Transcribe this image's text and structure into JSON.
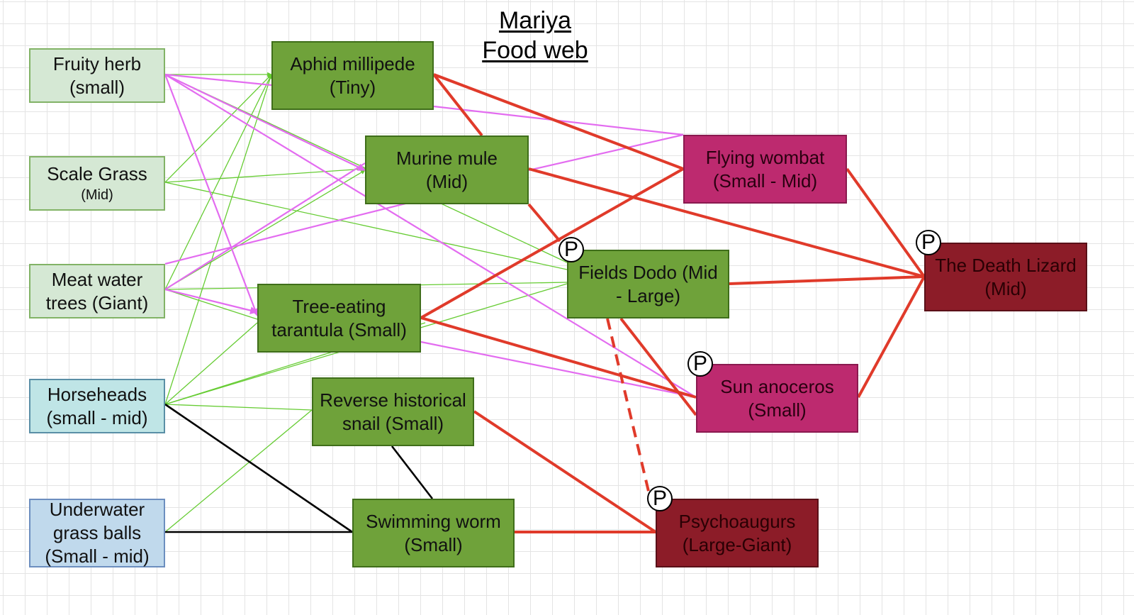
{
  "title": {
    "line1": "Mariya",
    "line2": "Food web"
  },
  "nodes": {
    "fruity_herb": {
      "line1": "Fruity herb",
      "line2": "(small)"
    },
    "scale_grass": {
      "line1": "Scale Grass",
      "line2": "(Mid)"
    },
    "meat_water_trees": {
      "line1": "Meat water",
      "line2": "trees (Giant)"
    },
    "horseheads": {
      "line1": "Horseheads",
      "line2": "(small - mid)"
    },
    "underwater_grass_balls": {
      "line1": "Underwater",
      "line2": "grass balls",
      "line3": "(Small - mid)"
    },
    "aphid_millipede": {
      "line1": "Aphid millipede",
      "line2": "(Tiny)"
    },
    "murine_mule": {
      "line1": "Murine mule",
      "line2": "(Mid)"
    },
    "tree_eating_tarantula": {
      "line1": "Tree-eating",
      "line2": "tarantula (Small)"
    },
    "reverse_historical_snail": {
      "line1": "Reverse historical",
      "line2": "snail (Small)"
    },
    "swimming_worm": {
      "line1": "Swimming worm",
      "line2": "(Small)"
    },
    "flying_wombat": {
      "line1": "Flying wombat",
      "line2": "(Small - Mid)"
    },
    "fields_dodo": {
      "line1": "Fields Dodo (Mid",
      "line2": "- Large)"
    },
    "sun_anoceros": {
      "line1": "Sun anoceros",
      "line2": "(Small)"
    },
    "the_death_lizard": {
      "line1": "The Death Lizard",
      "line2": "(Mid)"
    },
    "psychoaugurs": {
      "line1": "Psychoaugurs",
      "line2": "(Large-Giant)"
    }
  },
  "predator_badge": "P",
  "colors": {
    "plant_eaten": "#66cc33",
    "omnivore_link": "#e36cf0",
    "predation": "#e03a2a",
    "aquatic_link": "#000000"
  }
}
